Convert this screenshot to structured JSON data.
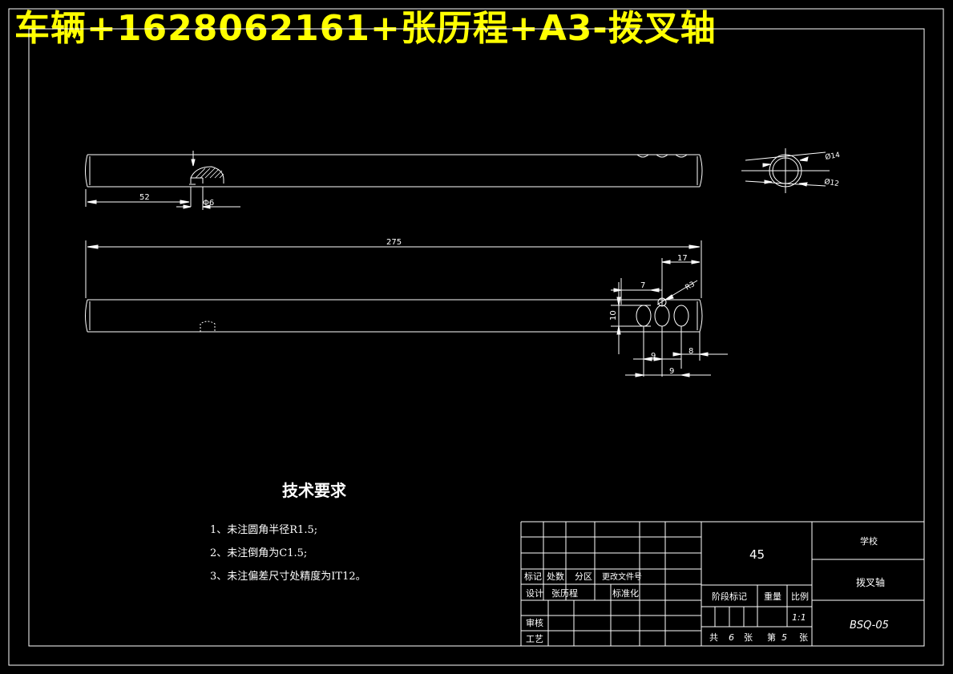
{
  "banner": "车辆+1628062161+张历程+A3-拨叉轴",
  "colors": {
    "background": "#000000",
    "lines": "#ffffff",
    "banner": "#ffff00"
  },
  "dims": {
    "d52": "52",
    "d6": "Φ6",
    "d275": "275",
    "d17": "17",
    "d7": "7",
    "dR3": "R3",
    "d10": "10",
    "d9a": "9",
    "d8": "8",
    "d9b": "9",
    "d14": "Ø14",
    "d12": "Ø12"
  },
  "tech": {
    "title": "技术要求",
    "items": [
      "1、未注圆角半径R1.5;",
      "2、未注倒角为C1.5;",
      "3、未注偏差尺寸处精度为IT12。"
    ]
  },
  "titleblock": {
    "material": "45",
    "school": "学校",
    "part_name": "拨叉轴",
    "drawing_no": "BSQ-05",
    "row_headers": [
      "标记",
      "处数",
      "分区",
      "更改文件号"
    ],
    "design_label": "设计",
    "designer": "张历程",
    "standard_label": "标准化",
    "review_label": "审核",
    "process_label": "工艺",
    "stage_label": "阶段标记",
    "weight_label": "重量",
    "scale_label": "比例",
    "scale": "1:1",
    "sheets_total_prefix": "共",
    "sheets_total": "6",
    "sheets_unit": "张",
    "sheet_no_prefix": "第",
    "sheet_no": "5",
    "sheet_unit": "张"
  }
}
